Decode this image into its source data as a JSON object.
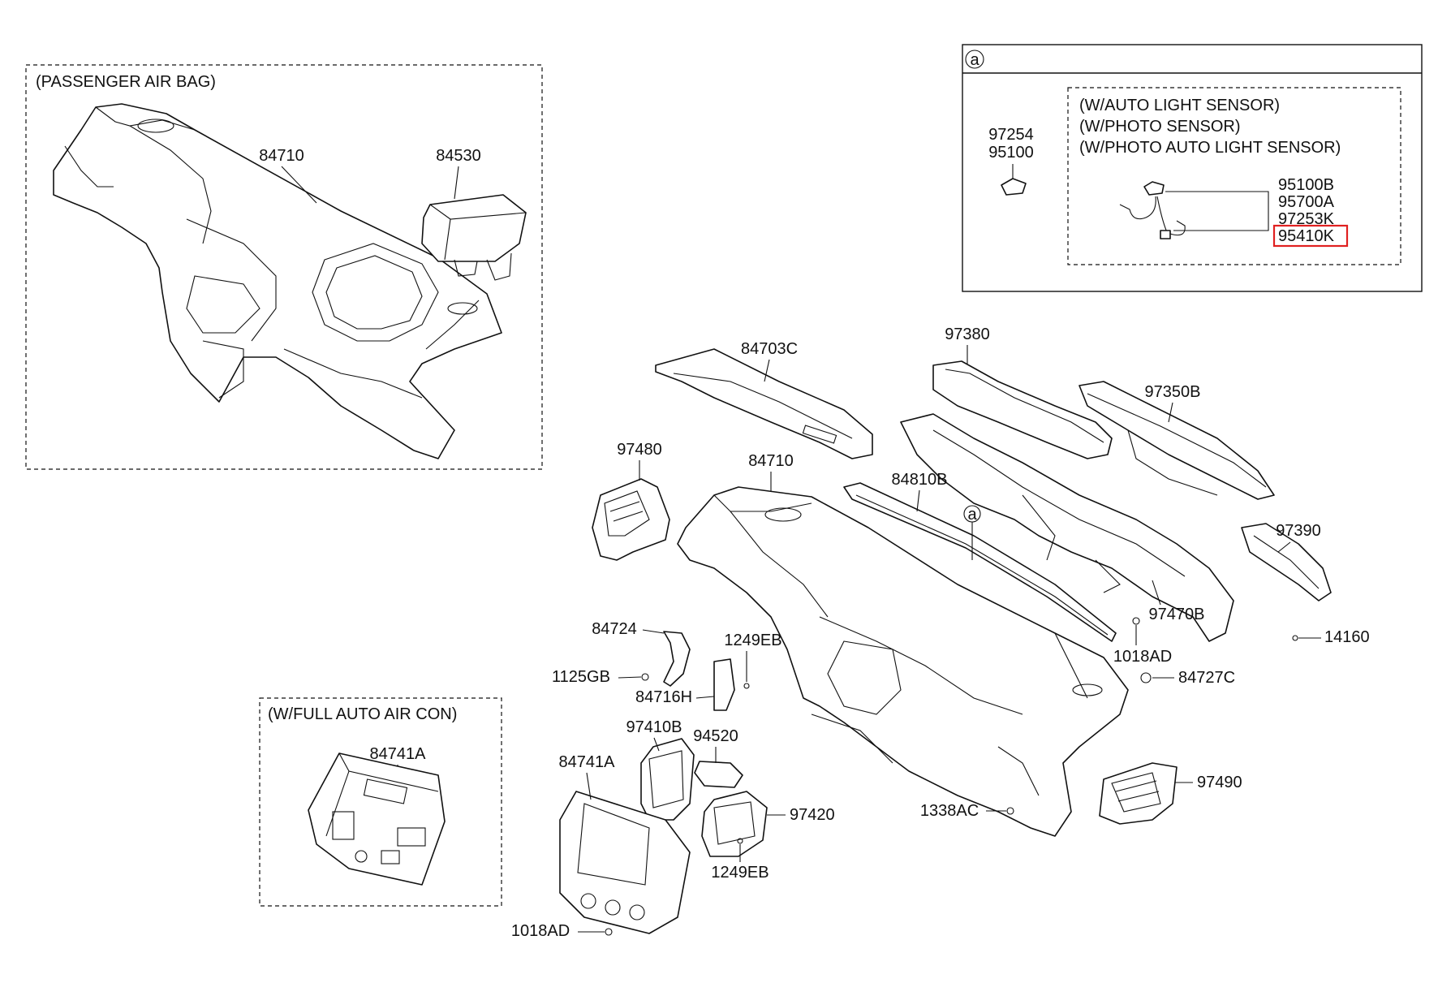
{
  "inset_a": {
    "marker": "a",
    "variant_notes": [
      "(W/AUTO LIGHT SENSOR)",
      "(W/PHOTO SENSOR)",
      "(W/PHOTO  AUTO LIGHT SENSOR)"
    ],
    "part_left": [
      "97254",
      "95100"
    ],
    "sensor_parts": [
      "95100B",
      "95700A",
      "97253K",
      "95410K"
    ],
    "highlighted_part": "95410K"
  },
  "passenger_airbag_group": {
    "title": "(PASSENGER AIR BAG)",
    "parts": [
      "84710",
      "84530"
    ]
  },
  "full_auto_air_con_group": {
    "title": "(W/FULL AUTO AIR CON)",
    "parts": [
      "84741A"
    ]
  },
  "main_parts": {
    "p84703C": "84703C",
    "p97380": "97380",
    "p97350B": "97350B",
    "p97480": "97480",
    "p84710": "84710",
    "p84810B": "84810B",
    "marker_a": "a",
    "p97390": "97390",
    "p97470B": "97470B",
    "p14160": "14160",
    "p84724": "84724",
    "p1249EB_top": "1249EB",
    "p1018AD_right": "1018AD",
    "p1125GB": "1125GB",
    "p84716H": "84716H",
    "p84727C": "84727C",
    "p97410B": "97410B",
    "p94520": "94520",
    "p84741A": "84741A",
    "p97420": "97420",
    "p97490": "97490",
    "p1338AC": "1338AC",
    "p1249EB_bottom": "1249EB",
    "p1018AD_bottom": "1018AD"
  },
  "colors": {
    "line": "#111111",
    "highlight": "#e02020",
    "background": "#ffffff"
  }
}
